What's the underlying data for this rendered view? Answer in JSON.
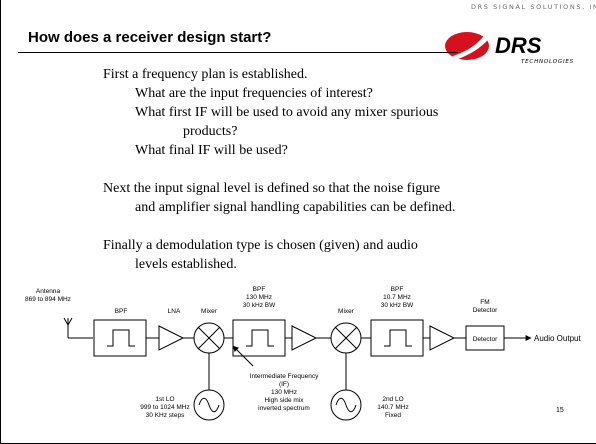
{
  "header": {
    "company": "DRS SIGNAL SOLUTIONS, INC.",
    "title": "How does a receiver design start?",
    "logo_text": "DRS",
    "logo_subtext": "TECHNOLOGIES",
    "colors": {
      "logo_red": "#d4111c",
      "text": "#000000"
    }
  },
  "body": {
    "p1": "First a frequency plan is established.",
    "p1_q1": "What are the input frequencies of interest?",
    "p1_q2": "What first IF will be used to avoid any mixer spurious",
    "p1_q2b": "products?",
    "p1_q3": "What final IF will be used?",
    "p2": "Next the input signal level is defined so that the noise figure",
    "p2b": "and amplifier signal handling capabilities can be defined.",
    "p3": "Finally a demodulation type is chosen (given) and audio",
    "p3b": "levels established."
  },
  "diagram": {
    "antenna": [
      "Antenna",
      "869 to 894 MHz"
    ],
    "bpf1": "BPF",
    "lna": "LNA",
    "mixer1": "Mixer",
    "bpf2": [
      "BPF",
      "130 MHz",
      "30 kHz BW"
    ],
    "mixer2": "Mixer",
    "bpf3": [
      "BPF",
      "10.7 MHz",
      "30 kHz BW"
    ],
    "fm_detector": [
      "FM",
      "Detector"
    ],
    "detector_box": "Detector",
    "audio_output": "Audio Output",
    "if_note": [
      "Intermediate Frequency",
      "(IF)",
      "130 MHz",
      "High side mix",
      "inverted spectrum"
    ],
    "lo1": [
      "1st LO",
      "999 to 1024 MHz",
      "30 KHz steps"
    ],
    "lo2": [
      "2nd LO",
      "140.7 MHz",
      "Fixed"
    ]
  },
  "page_number": "15"
}
